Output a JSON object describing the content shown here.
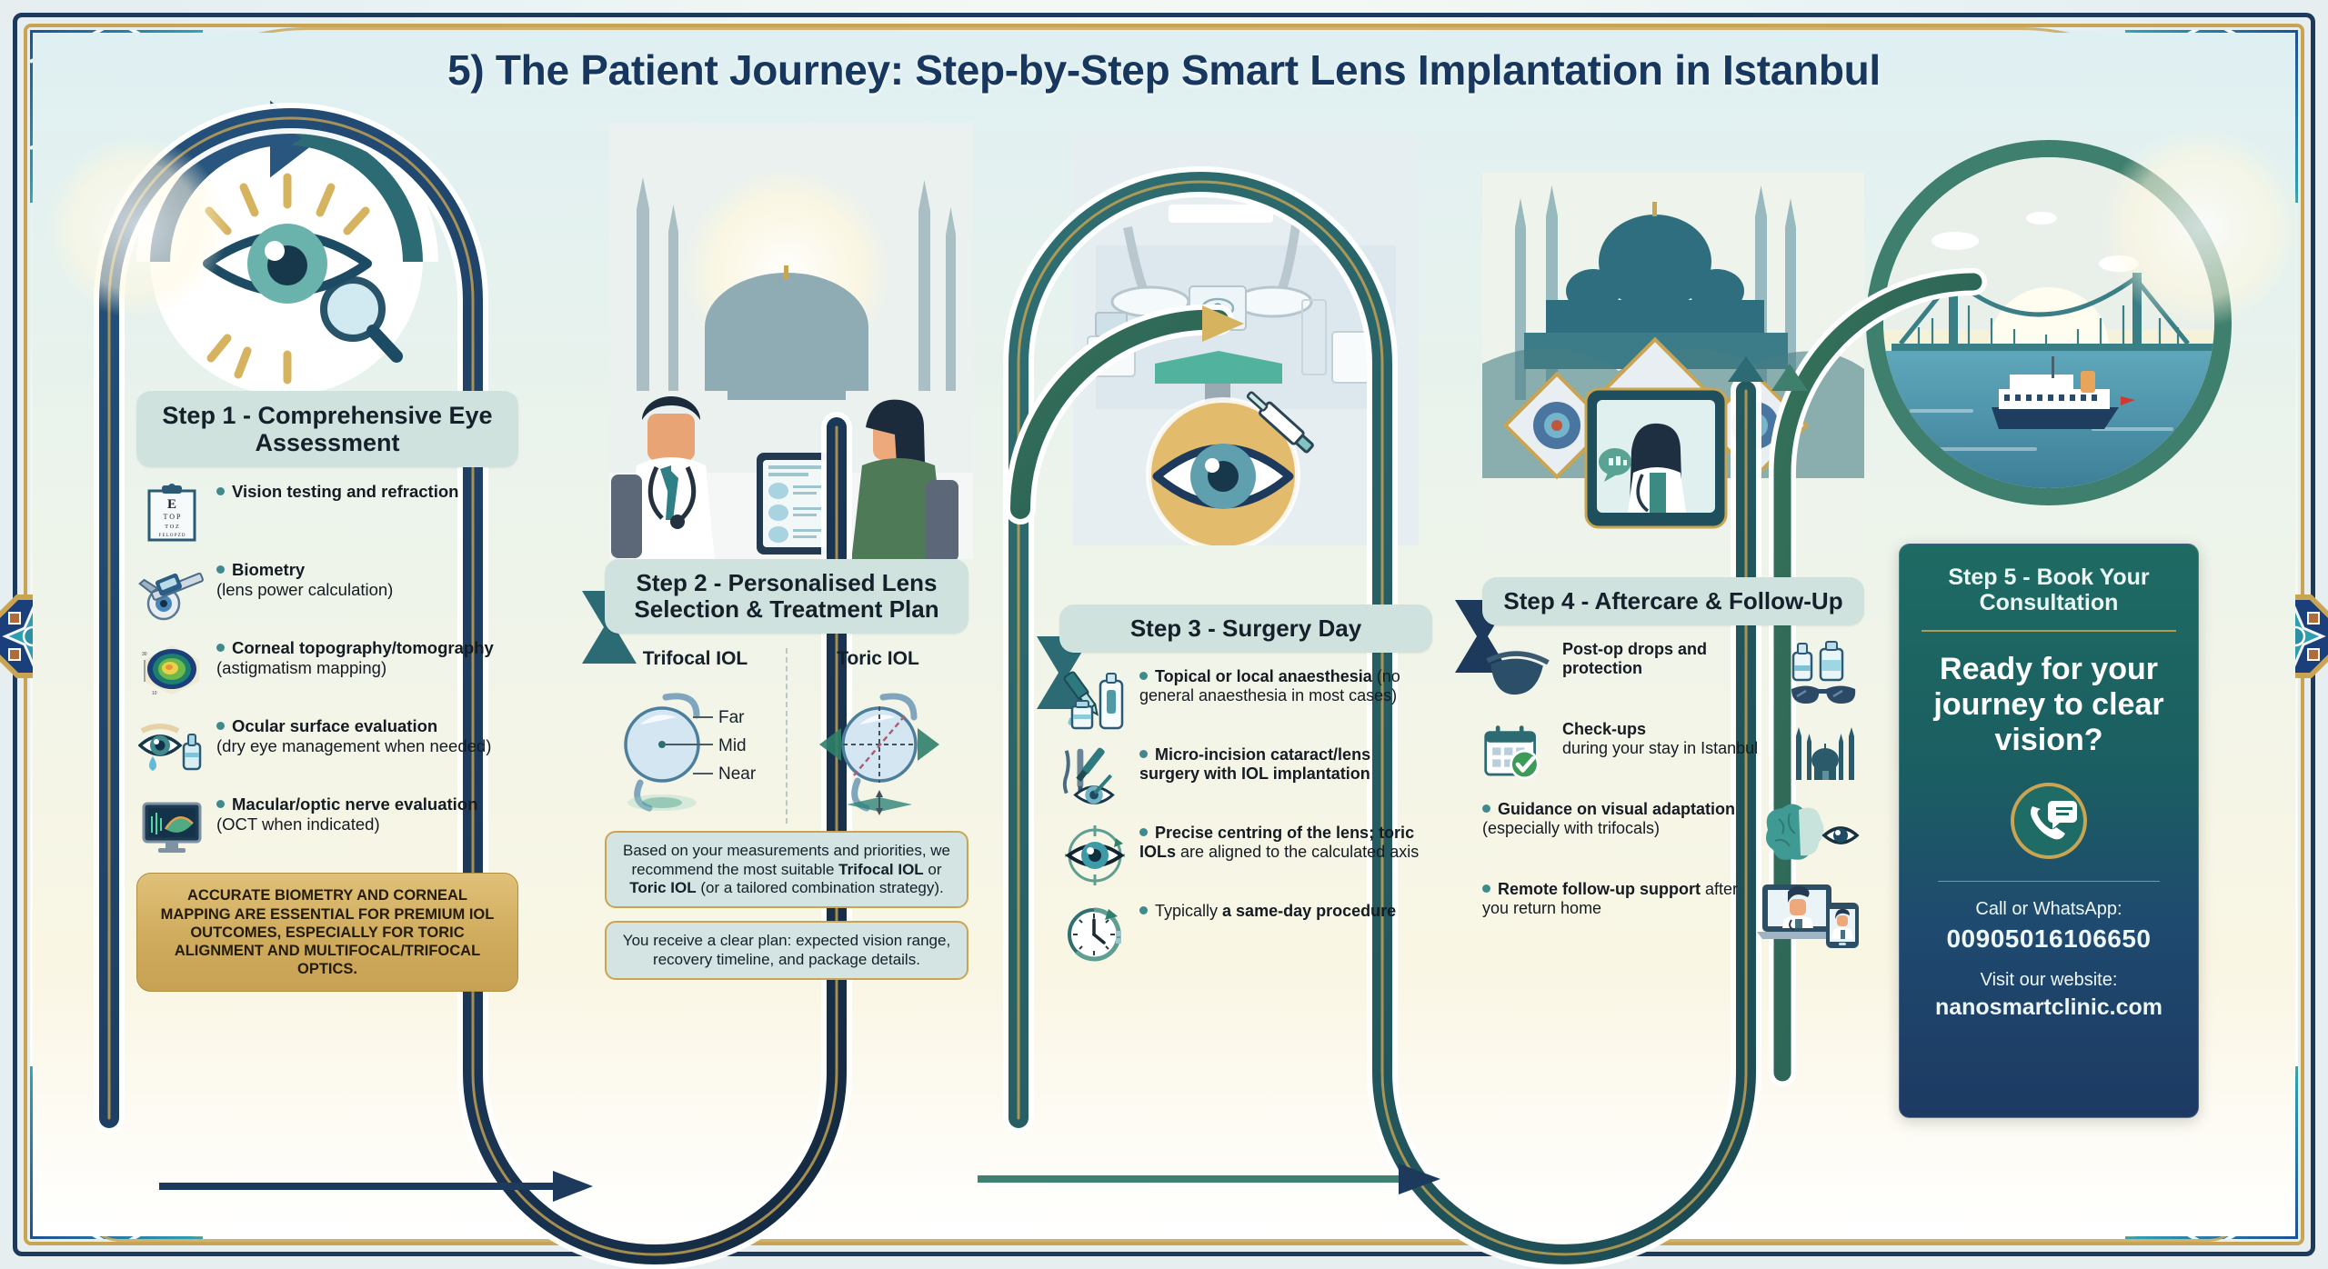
{
  "title": "5) The Patient Journey: Step-by-Step Smart Lens Implantation in Istanbul",
  "colors": {
    "navy": "#1d3a5c",
    "gold": "#c9a553",
    "teal": "#3f8a8c",
    "caption_bg": "#cfe2de",
    "cta_gradient_start": "#1e6b63",
    "cta_gradient_end": "#1d3a63"
  },
  "step1": {
    "caption": "Step 1 - Comprehensive Eye Assessment",
    "icon": "eye-magnifier-icon",
    "bullets": [
      {
        "icon": "eye-chart-icon",
        "strong": "Vision testing and refraction",
        "plain": ""
      },
      {
        "icon": "caliper-biometry-icon",
        "strong": "Biometry",
        "plain": "(lens power calculation)"
      },
      {
        "icon": "corneal-topography-map-icon",
        "strong": "Corneal topography/tomography",
        "plain": "(astigmatism mapping)"
      },
      {
        "icon": "tear-drop-eye-icon",
        "strong": "Ocular surface evaluation",
        "plain": "(dry eye management when needed)"
      },
      {
        "icon": "oct-monitor-icon",
        "strong": "Macular/optic nerve evaluation",
        "plain": "(OCT when indicated)"
      }
    ],
    "highlight": "Accurate biometry and corneal mapping are essential for premium IOL outcomes, especially for toric alignment and multifocal/trifocal optics."
  },
  "step2": {
    "caption": "Step 2 - Personalised Lens Selection & Treatment Plan",
    "scene": "doctor-patient-consultation-istanbul",
    "lens_left": {
      "title": "Trifocal IOL",
      "labels": [
        "Far",
        "Mid",
        "Near"
      ]
    },
    "lens_right": {
      "title": "Toric IOL"
    },
    "box1_pre": "Based on your measurements and priorities, we recommend the most suitable ",
    "box1_b1": "Trifocal IOL",
    "box1_mid": " or ",
    "box1_b2": "Toric IOL",
    "box1_post": " (or a tailored combination strategy).",
    "box2": "You receive a clear plan: expected vision range, recovery timeline, and package details."
  },
  "step3": {
    "caption": "Step 3 - Surgery Day",
    "scene": "operating-room-eye-syringe",
    "bullets": [
      {
        "icon": "eye-drops-tube-vial-icon",
        "strong": "Topical or local anaesthesia",
        "plain": "(no general anaesthesia in most cases)"
      },
      {
        "icon": "surgical-instruments-eye-icon",
        "strong": "Micro-incision cataract/lens surgery with IOL implantation",
        "plain": ""
      },
      {
        "icon": "eye-alignment-crosshair-icon",
        "strong": "Precise centring of the lens; toric IOLs",
        "plain": "are aligned to the calculated axis"
      },
      {
        "icon": "clock-icon",
        "pre": "Typically ",
        "strong": "a same-day procedure",
        "plain": ""
      }
    ]
  },
  "step4": {
    "caption": "Step 4 - Aftercare & Follow-Up",
    "scene": "telemedicine-doctor-blue-mosque",
    "bullets": [
      {
        "icon": "eye-patch-icon",
        "strong": "Post-op drops and protection",
        "plain": "",
        "art": "drops-sunglasses-icon"
      },
      {
        "icon": "calendar-check-icon",
        "strong": "Check-ups",
        "plain": "during your stay in Istanbul",
        "art": "mosque-silhouette-icon"
      },
      {
        "icon": "",
        "strong": "Guidance on visual adaptation",
        "plain": "(especially with trifocals)",
        "art": "brain-eye-icon"
      },
      {
        "icon": "",
        "strong": "Remote follow-up support",
        "plain": "after you return home",
        "art": "laptop-phone-telehealth-icon"
      }
    ]
  },
  "step5": {
    "caption": "Step 5 - Book Your Consultation",
    "scene": "bosphorus-bridge-ferry",
    "headline": "Ready for your journey to clear vision?",
    "icon": "phone-chat-icon",
    "call_label": "Call or WhatsApp:",
    "phone": "00905016106650",
    "site_label": "Visit our website:",
    "website": "nanosmartclinic.com"
  },
  "connectors": {
    "arrow1": "arrow-right-navy",
    "arrow2": "arrow-right-green"
  }
}
